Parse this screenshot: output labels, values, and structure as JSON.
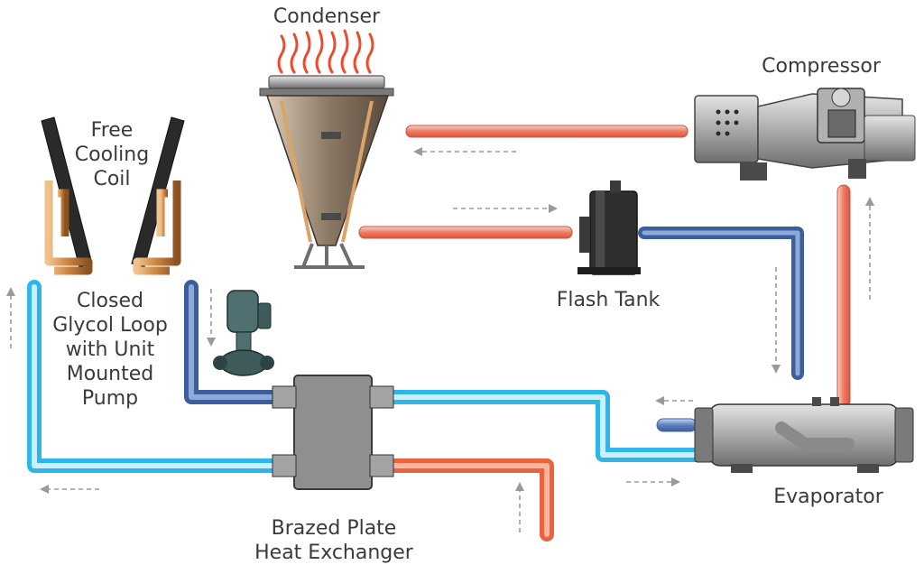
{
  "labels": {
    "condenser": "Condenser",
    "compressor": "Compressor",
    "free_cooling_coil": [
      "Free",
      "Cooling",
      "Coil"
    ],
    "flash_tank": "Flash Tank",
    "glycol_loop": [
      "Closed",
      "Glycol Loop",
      "with Unit",
      "Mounted",
      "Pump"
    ],
    "heat_exchanger": [
      "Brazed Plate",
      "Heat Exchanger"
    ],
    "evaporator": "Evaporator"
  },
  "colors": {
    "hot_pipe": "#f07a62",
    "cold_pipe": "#5b7fbf",
    "glycol_cold": "#5ec8ee",
    "glycol_warm": "#f07a56",
    "flame": "#f04a2a",
    "equipment_metal": "#8a8a8a",
    "coil_copper": "#c9833e",
    "flow_arrow": "#9a9a9a"
  },
  "icons": [
    "flame-icon",
    "condenser-icon",
    "compressor-icon",
    "flash-tank-icon",
    "pump-icon",
    "heat-exchanger-icon",
    "evaporator-icon",
    "coil-icon"
  ]
}
